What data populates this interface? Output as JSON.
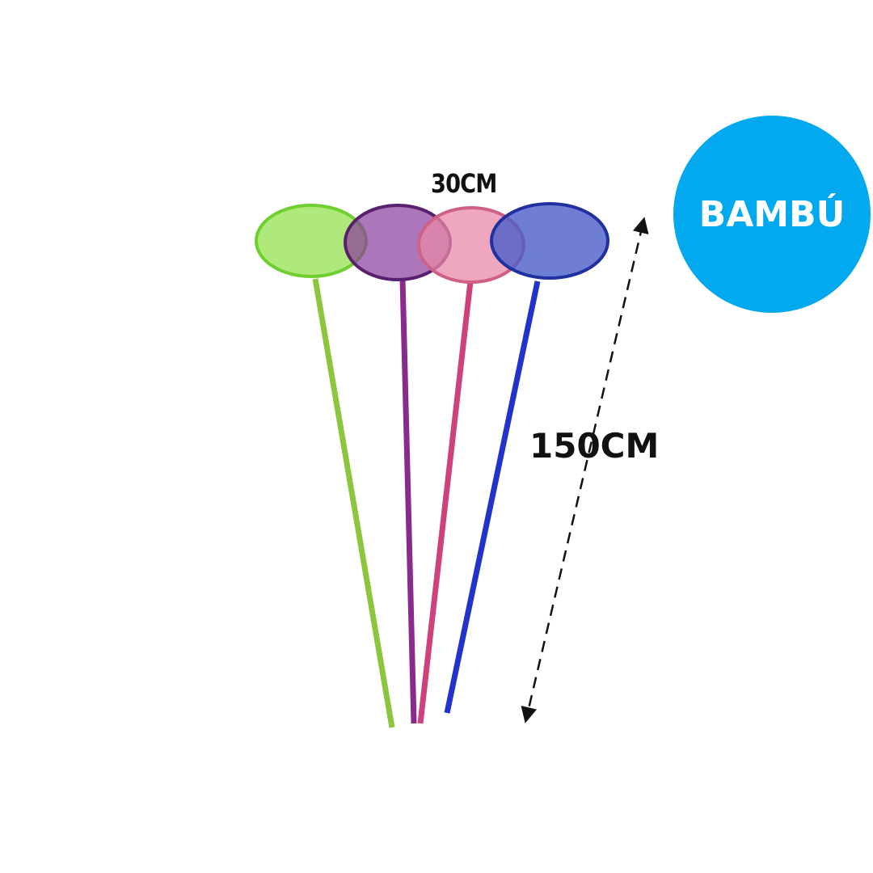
{
  "labels": {
    "net_diameter": "30CM",
    "length": "150CM",
    "badge": "BAMBÚ"
  },
  "colors": {
    "badge": "#03a9ee",
    "green": "#8fe04a",
    "purple": "#7a2a8c",
    "pink": "#e0608a",
    "blue": "#2a3fc8"
  }
}
